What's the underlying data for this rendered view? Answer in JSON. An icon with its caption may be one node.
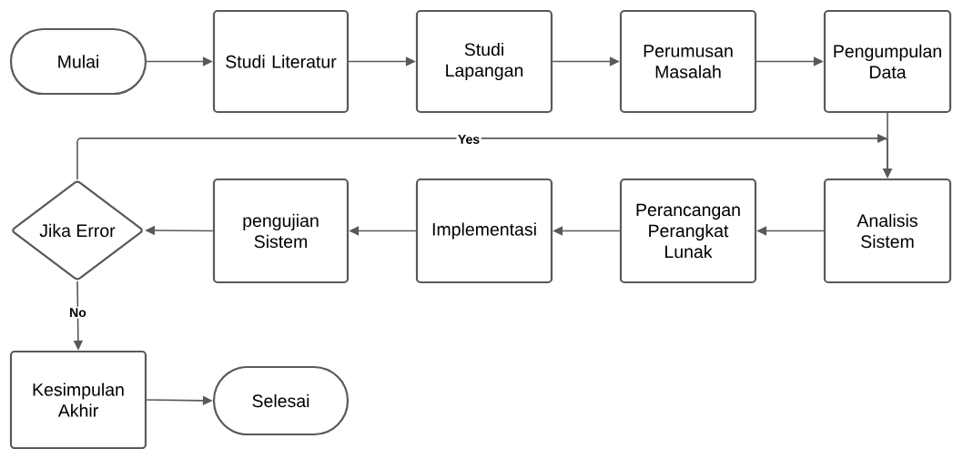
{
  "diagram": {
    "nodes": [
      {
        "text": [
          "Mulai"
        ]
      },
      {
        "text": [
          "Studi Literatur"
        ]
      },
      {
        "text": [
          "Studi Lapangan"
        ]
      },
      {
        "text": [
          "Perumusan Masalah"
        ]
      },
      {
        "text": [
          "Pengumpulan Data"
        ]
      },
      {
        "text": [
          "Analisis Sistem"
        ]
      },
      {
        "text": [
          "Perancangan Perangkat Lunak"
        ]
      },
      {
        "text": [
          "Implementasi"
        ]
      },
      {
        "text": [
          "pengujian Sistem"
        ]
      },
      {
        "text": [
          "Jika Error"
        ]
      },
      {
        "text": [
          "Kesimpulan Akhir"
        ]
      },
      {
        "text": [
          "Selesai"
        ]
      }
    ],
    "edges": [
      {
        "from": 0,
        "to": 1,
        "arrow": "to"
      },
      {
        "from": 1,
        "to": 2,
        "arrow": "to"
      },
      {
        "from": 2,
        "to": 3,
        "arrow": "to"
      },
      {
        "from": 3,
        "to": 4,
        "arrow": "to"
      },
      {
        "from": 4,
        "to": 5,
        "arrow": "to"
      },
      {
        "from": 5,
        "to": 6,
        "arrow": "to"
      },
      {
        "from": 6,
        "to": 7,
        "arrow": "to"
      },
      {
        "from": 7,
        "to": 8,
        "arrow": "to"
      },
      {
        "from": 8,
        "to": 9,
        "arrow": "to"
      },
      {
        "from": 9,
        "to": 5,
        "arrow": "to",
        "label": "Yes"
      },
      {
        "from": 9,
        "to": 10,
        "arrow": "to",
        "label": "No"
      },
      {
        "from": 10,
        "to": 11,
        "arrow": "to"
      }
    ]
  }
}
